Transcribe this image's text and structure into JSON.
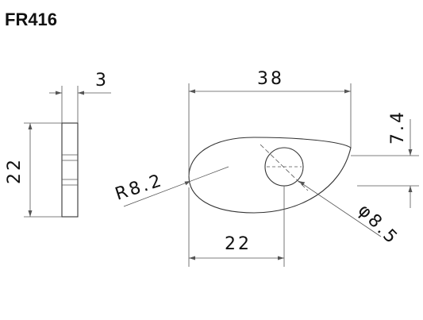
{
  "title": "FR416",
  "dimensions": {
    "thickness": "3",
    "height": "22",
    "length": "38",
    "offset": "7.4",
    "radius": "R8.2",
    "hole_diameter": "φ8.5",
    "hole_position": "22"
  }
}
